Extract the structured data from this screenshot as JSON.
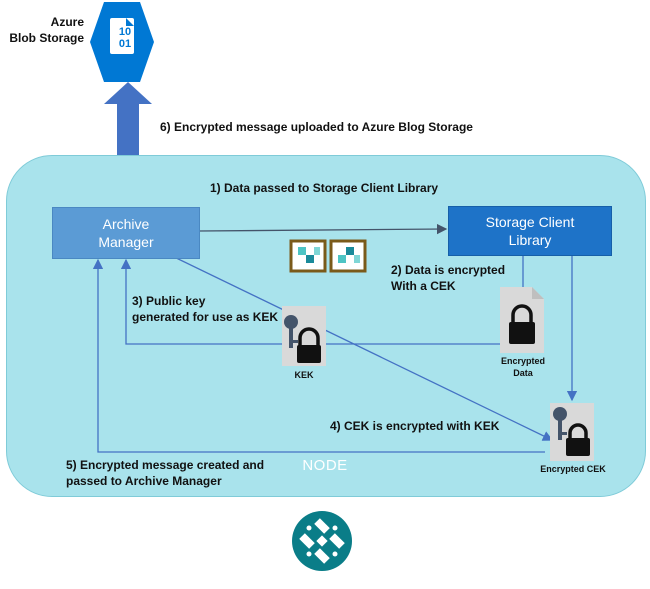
{
  "azure": {
    "label": "Azure\nBlob Storage",
    "icon_text": "10\n01"
  },
  "boxes": {
    "archive_manager": "Archive\nManager",
    "storage_client": "Storage Client\nLibrary"
  },
  "node": {
    "label": "NODE"
  },
  "steps": {
    "step1": "1) Data passed to Storage Client Library",
    "step2": "2) Data is encrypted\nWith a CEK",
    "step3": "3) Public key\ngenerated for use as KEK",
    "step4": "4) CEK is encrypted with KEK",
    "step5": "5) Encrypted message created and\npassed to Archive Manager",
    "step6": "6) Encrypted message uploaded to Azure Blog Storage"
  },
  "icons": {
    "kek": "KEK",
    "encrypted_data": "Encrypted\nData",
    "encrypted_cek": "Encrypted CEK"
  },
  "colors": {
    "node_bg": "#a9e3ec",
    "archive_box": "#5b9bd5",
    "storage_box": "#1e73c8",
    "arrow": "#4472c4",
    "azure_hex": "#0078d4",
    "logo_bg": "#0a7d88"
  }
}
